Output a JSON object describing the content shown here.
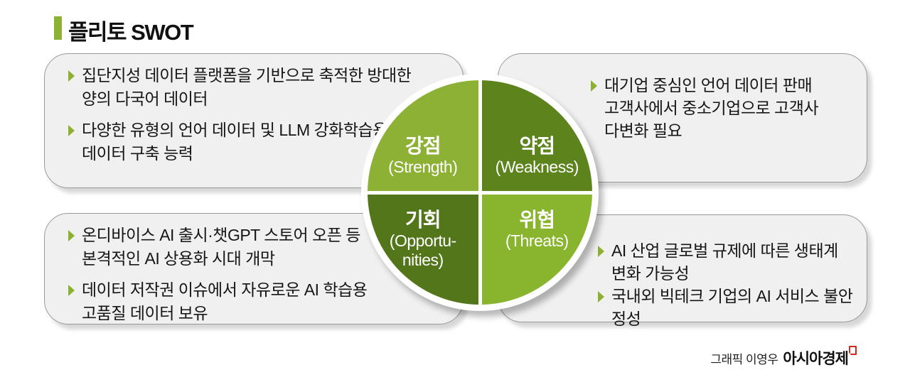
{
  "title": {
    "text": "플리토 SWOT"
  },
  "colors": {
    "accent_green_light": "#8CB233",
    "quad_strength": "#8CB134",
    "quad_weakness": "#5D841C",
    "quad_opportunity": "#54761B",
    "quad_threat": "#89B42D",
    "box_background": "#F0F0F0",
    "brand_red": "#D6261D"
  },
  "quadrants": {
    "strength": {
      "ko": "강점",
      "en": "(Strength)"
    },
    "weakness": {
      "ko": "약점",
      "en": "(Weakness)"
    },
    "opportunity": {
      "ko": "기회",
      "en_line1": "(Opportu-",
      "en_line2": "nities)"
    },
    "threat": {
      "ko": "위협",
      "en": "(Threats)"
    }
  },
  "boxes": {
    "strength": {
      "bullets": [
        {
          "lines": [
            "집단지성 데이터 플랫폼을 기반으로 축적한 방대한",
            "양의 다국어 데이터"
          ]
        },
        {
          "lines": [
            "다양한 유형의 언어 데이터 및 LLM 강화학습용",
            "데이터 구축 능력"
          ]
        }
      ]
    },
    "weakness": {
      "bullets": [
        {
          "lines": [
            "대기업 중심인 언어 데이터 판매",
            "고객사에서 중소기업으로 고객사",
            "다변화 필요"
          ]
        }
      ]
    },
    "opportunity": {
      "bullets": [
        {
          "lines": [
            "온디바이스 AI 출시·챗GPT 스토어 오픈 등",
            "본격적인 AI 상용화 시대 개막"
          ]
        },
        {
          "lines": [
            "데이터 저작권 이슈에서 자유로운 AI 학습용",
            "고품질 데이터 보유"
          ]
        }
      ]
    },
    "threat": {
      "bullets": [
        {
          "lines": [
            "AI 산업 글로벌 규제에 따른 생태계",
            "변화 가능성"
          ]
        },
        {
          "lines": [
            "국내외 빅테크 기업의 AI 서비스 불안정성"
          ]
        }
      ]
    }
  },
  "credit": {
    "graphic": "그래픽 이영우",
    "brand": "아시아경제"
  }
}
